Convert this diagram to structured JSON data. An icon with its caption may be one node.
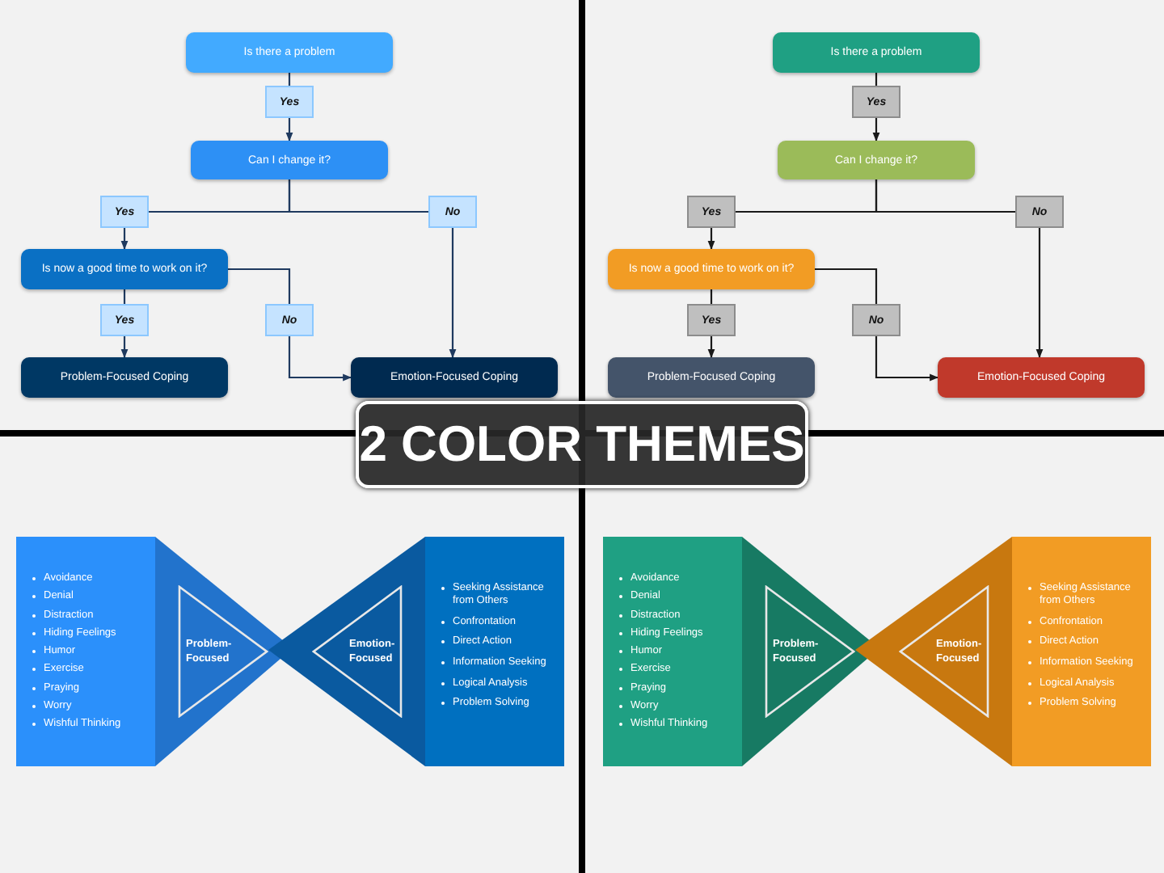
{
  "diagram": {
    "title": "2 COLOR THEMES",
    "nodes": [
      {
        "text": [
          "Is there a problem"
        ]
      },
      {
        "text": [
          "Yes"
        ]
      },
      {
        "text": [
          "Can I change it?"
        ]
      },
      {
        "text": [
          "Yes"
        ]
      },
      {
        "text": [
          "No"
        ]
      },
      {
        "text": [
          "Is now a good time to work on it?"
        ]
      },
      {
        "text": [
          "Yes"
        ]
      },
      {
        "text": [
          "No"
        ]
      },
      {
        "text": [
          "Problem-Focused Coping"
        ]
      },
      {
        "text": [
          "Emotion-Focused Coping"
        ]
      },
      {
        "text": [
          "Is there a problem"
        ]
      },
      {
        "text": [
          "Yes"
        ]
      },
      {
        "text": [
          "Can I change it?"
        ]
      },
      {
        "text": [
          "Yes"
        ]
      },
      {
        "text": [
          "No"
        ]
      },
      {
        "text": [
          "Is now a good time to work on it?"
        ]
      },
      {
        "text": [
          "Yes"
        ]
      },
      {
        "text": [
          "No"
        ]
      },
      {
        "text": [
          "Problem-Focused Coping"
        ]
      },
      {
        "text": [
          "Emotion-Focused Coping"
        ]
      },
      {
        "text": [
          "Avoidance",
          "Denial",
          "Distraction",
          "Hiding Feelings",
          "Humor",
          "Exercise",
          "Praying",
          "Worry",
          "Wishful Thinking"
        ]
      },
      {
        "text": [
          "Problem-Focused"
        ]
      },
      {
        "text": [
          "Emotion-Focused"
        ]
      },
      {
        "text": [
          "Seeking Assistance from Others",
          "Confrontation",
          "Direct Action",
          "Information Seeking",
          "Logical Analysis",
          "Problem Solving"
        ]
      },
      {
        "text": [
          "Avoidance",
          "Denial",
          "Distraction",
          "Hiding Feelings",
          "Humor",
          "Exercise",
          "Praying",
          "Worry",
          "Wishful Thinking"
        ]
      },
      {
        "text": [
          "Problem-Focused"
        ]
      },
      {
        "text": [
          "Emotion-Focused"
        ]
      },
      {
        "text": [
          "Seeking Assistance from Others",
          "Confrontation",
          "Direct Action",
          "Information Seeking",
          "Logical Analysis",
          "Problem Solving"
        ]
      }
    ],
    "edges": [
      {
        "from": 0,
        "to": 1,
        "arrow": "none"
      },
      {
        "from": 1,
        "to": 2,
        "arrow": "to"
      },
      {
        "from": 2,
        "to": 3,
        "arrow": "none"
      },
      {
        "from": 2,
        "to": 4,
        "arrow": "none"
      },
      {
        "from": 3,
        "to": 5,
        "arrow": "to"
      },
      {
        "from": 4,
        "to": 9,
        "arrow": "to"
      },
      {
        "from": 5,
        "to": 6,
        "arrow": "none"
      },
      {
        "from": 6,
        "to": 8,
        "arrow": "to"
      },
      {
        "from": 5,
        "to": 7,
        "arrow": "none"
      },
      {
        "from": 7,
        "to": 9,
        "arrow": "to"
      },
      {
        "from": 10,
        "to": 11,
        "arrow": "none",
        "color": "#1a1a1a"
      },
      {
        "from": 11,
        "to": 12,
        "arrow": "to",
        "color": "#1a1a1a"
      },
      {
        "from": 12,
        "to": 13,
        "arrow": "none",
        "color": "#1a1a1a"
      },
      {
        "from": 12,
        "to": 14,
        "arrow": "none",
        "color": "#1a1a1a"
      },
      {
        "from": 13,
        "to": 15,
        "arrow": "to",
        "color": "#1a1a1a"
      },
      {
        "from": 14,
        "to": 19,
        "arrow": "to",
        "color": "#1a1a1a"
      },
      {
        "from": 15,
        "to": 16,
        "arrow": "none",
        "color": "#1a1a1a"
      },
      {
        "from": 16,
        "to": 18,
        "arrow": "to",
        "color": "#1a1a1a"
      },
      {
        "from": 15,
        "to": 17,
        "arrow": "none",
        "color": "#1a1a1a"
      },
      {
        "from": 17,
        "to": 19,
        "arrow": "to",
        "color": "#1a1a1a"
      }
    ]
  }
}
